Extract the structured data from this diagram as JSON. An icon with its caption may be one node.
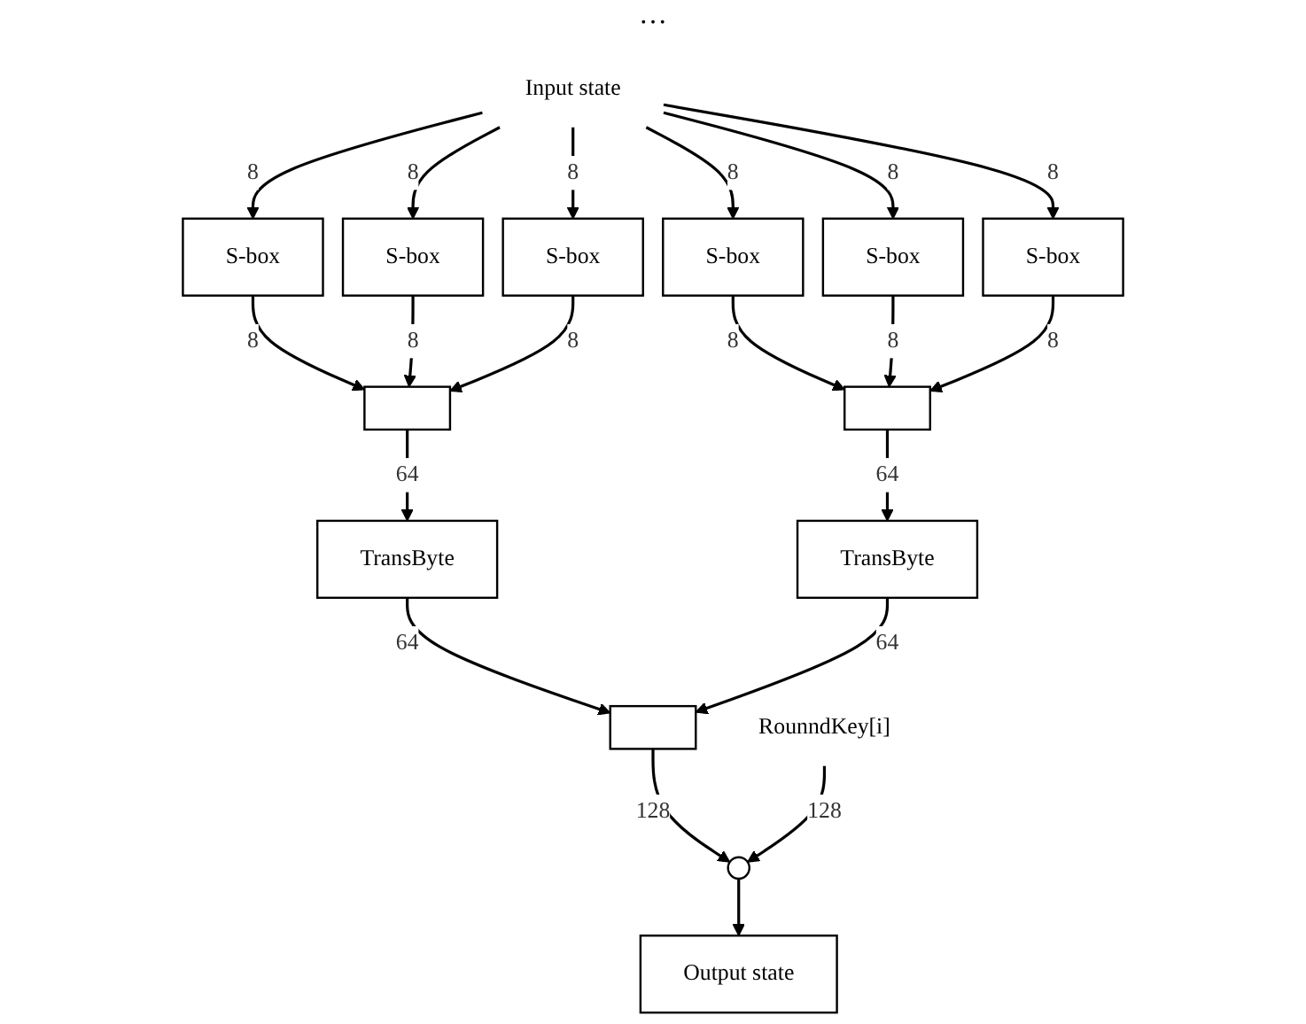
{
  "diagram": {
    "nodes": [
      {
        "text": [
          "Input state"
        ]
      },
      {
        "text": [
          "S-box"
        ]
      },
      {
        "text": [
          "S-box"
        ]
      },
      {
        "text": [
          "S-box"
        ]
      },
      {
        "text": [
          "S-box"
        ]
      },
      {
        "text": [
          "S-box"
        ]
      },
      {
        "text": [
          "S-box"
        ]
      },
      {
        "text": [],
        "shape": "box"
      },
      {
        "text": [],
        "shape": "box"
      },
      {
        "text": [
          "TransByte"
        ]
      },
      {
        "text": [
          "TransByte"
        ]
      },
      {
        "text": [],
        "shape": "box"
      },
      {
        "text": [],
        "shape": "circle"
      },
      {
        "text": [
          "Output state"
        ]
      },
      {
        "text": [
          "RounndKey[i]"
        ]
      }
    ],
    "edges": [
      {
        "from": 0,
        "to": 1,
        "arrow": "to",
        "label": "8"
      },
      {
        "from": 0,
        "to": 2,
        "arrow": "to",
        "label": "8"
      },
      {
        "from": 0,
        "to": 3,
        "arrow": "to",
        "label": "8"
      },
      {
        "from": 0,
        "to": 4,
        "arrow": "to",
        "label": "8"
      },
      {
        "from": 0,
        "to": 5,
        "arrow": "to",
        "label": "8"
      },
      {
        "from": 0,
        "to": 6,
        "arrow": "to",
        "label": "8"
      },
      {
        "from": 1,
        "to": 7,
        "arrow": "to",
        "label": "8"
      },
      {
        "from": 2,
        "to": 7,
        "arrow": "to",
        "label": "8"
      },
      {
        "from": 3,
        "to": 7,
        "arrow": "to",
        "label": "8"
      },
      {
        "from": 4,
        "to": 8,
        "arrow": "to",
        "label": "8"
      },
      {
        "from": 5,
        "to": 8,
        "arrow": "to",
        "label": "8"
      },
      {
        "from": 6,
        "to": 8,
        "arrow": "to",
        "label": "8"
      },
      {
        "from": 7,
        "to": 9,
        "arrow": "to",
        "label": "64"
      },
      {
        "from": 8,
        "to": 10,
        "arrow": "to",
        "label": "64"
      },
      {
        "from": 9,
        "to": 11,
        "arrow": "to",
        "label": "64"
      },
      {
        "from": 10,
        "to": 11,
        "arrow": "to",
        "label": "64"
      },
      {
        "from": 11,
        "to": 12,
        "arrow": "to",
        "label": "128"
      },
      {
        "from": 14,
        "to": 12,
        "arrow": "to",
        "label": "128"
      },
      {
        "from": 12,
        "to": 13,
        "arrow": "to"
      }
    ],
    "labels": [
      "…"
    ]
  }
}
